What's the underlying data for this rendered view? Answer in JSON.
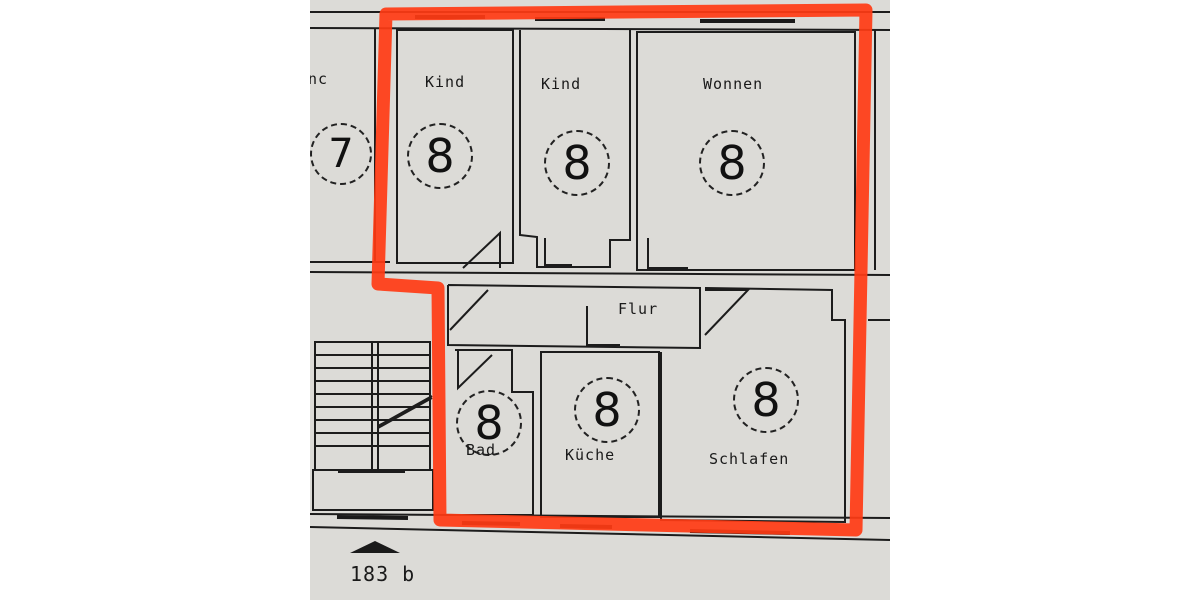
{
  "plan": {
    "highlight_color": "#ff3b14",
    "rooms": [
      {
        "name": "Kind",
        "number": "8"
      },
      {
        "name": "Kind",
        "number": "8"
      },
      {
        "name": "Wonnen",
        "number": "8"
      },
      {
        "name": "Flur",
        "number": ""
      },
      {
        "name": "Bad",
        "number": "8"
      },
      {
        "name": "Küche",
        "number": "8"
      },
      {
        "name": "Schlafen",
        "number": "8"
      }
    ],
    "neighbor": {
      "name_fragment": "nc",
      "number": "7"
    },
    "stair_marker": "183 b"
  }
}
